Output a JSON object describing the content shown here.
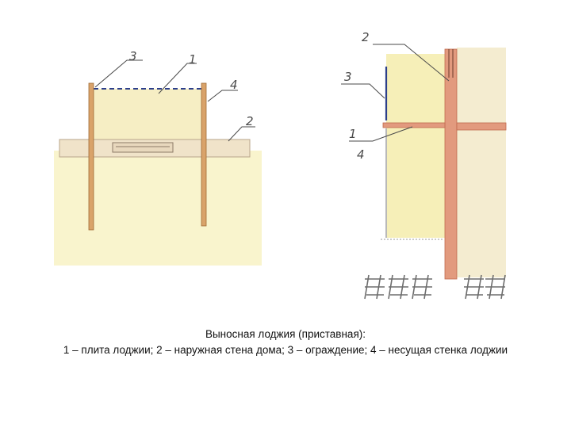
{
  "diagram": {
    "left_view": {
      "labels": {
        "l1": "1",
        "l2": "2",
        "l3": "3",
        "l4": "4"
      }
    },
    "right_view": {
      "labels": {
        "l1": "1",
        "l2": "2",
        "l3": "3",
        "l4": "4"
      }
    },
    "colors": {
      "fill_yellow": "#f6efb8",
      "wall_light": "#f1e7c9",
      "post_orange": "#d9a36a",
      "slab_red": "#e29a7e",
      "railing_blue": "#2c3f8a",
      "ground_grey": "#6d6d6d"
    }
  },
  "caption": {
    "line1": "Выносная лоджия (приставная):",
    "line2": "1 – плита лоджии; 2 – наружная стена дома; 3 – ограждение; 4 – несущая стенка лоджии"
  }
}
